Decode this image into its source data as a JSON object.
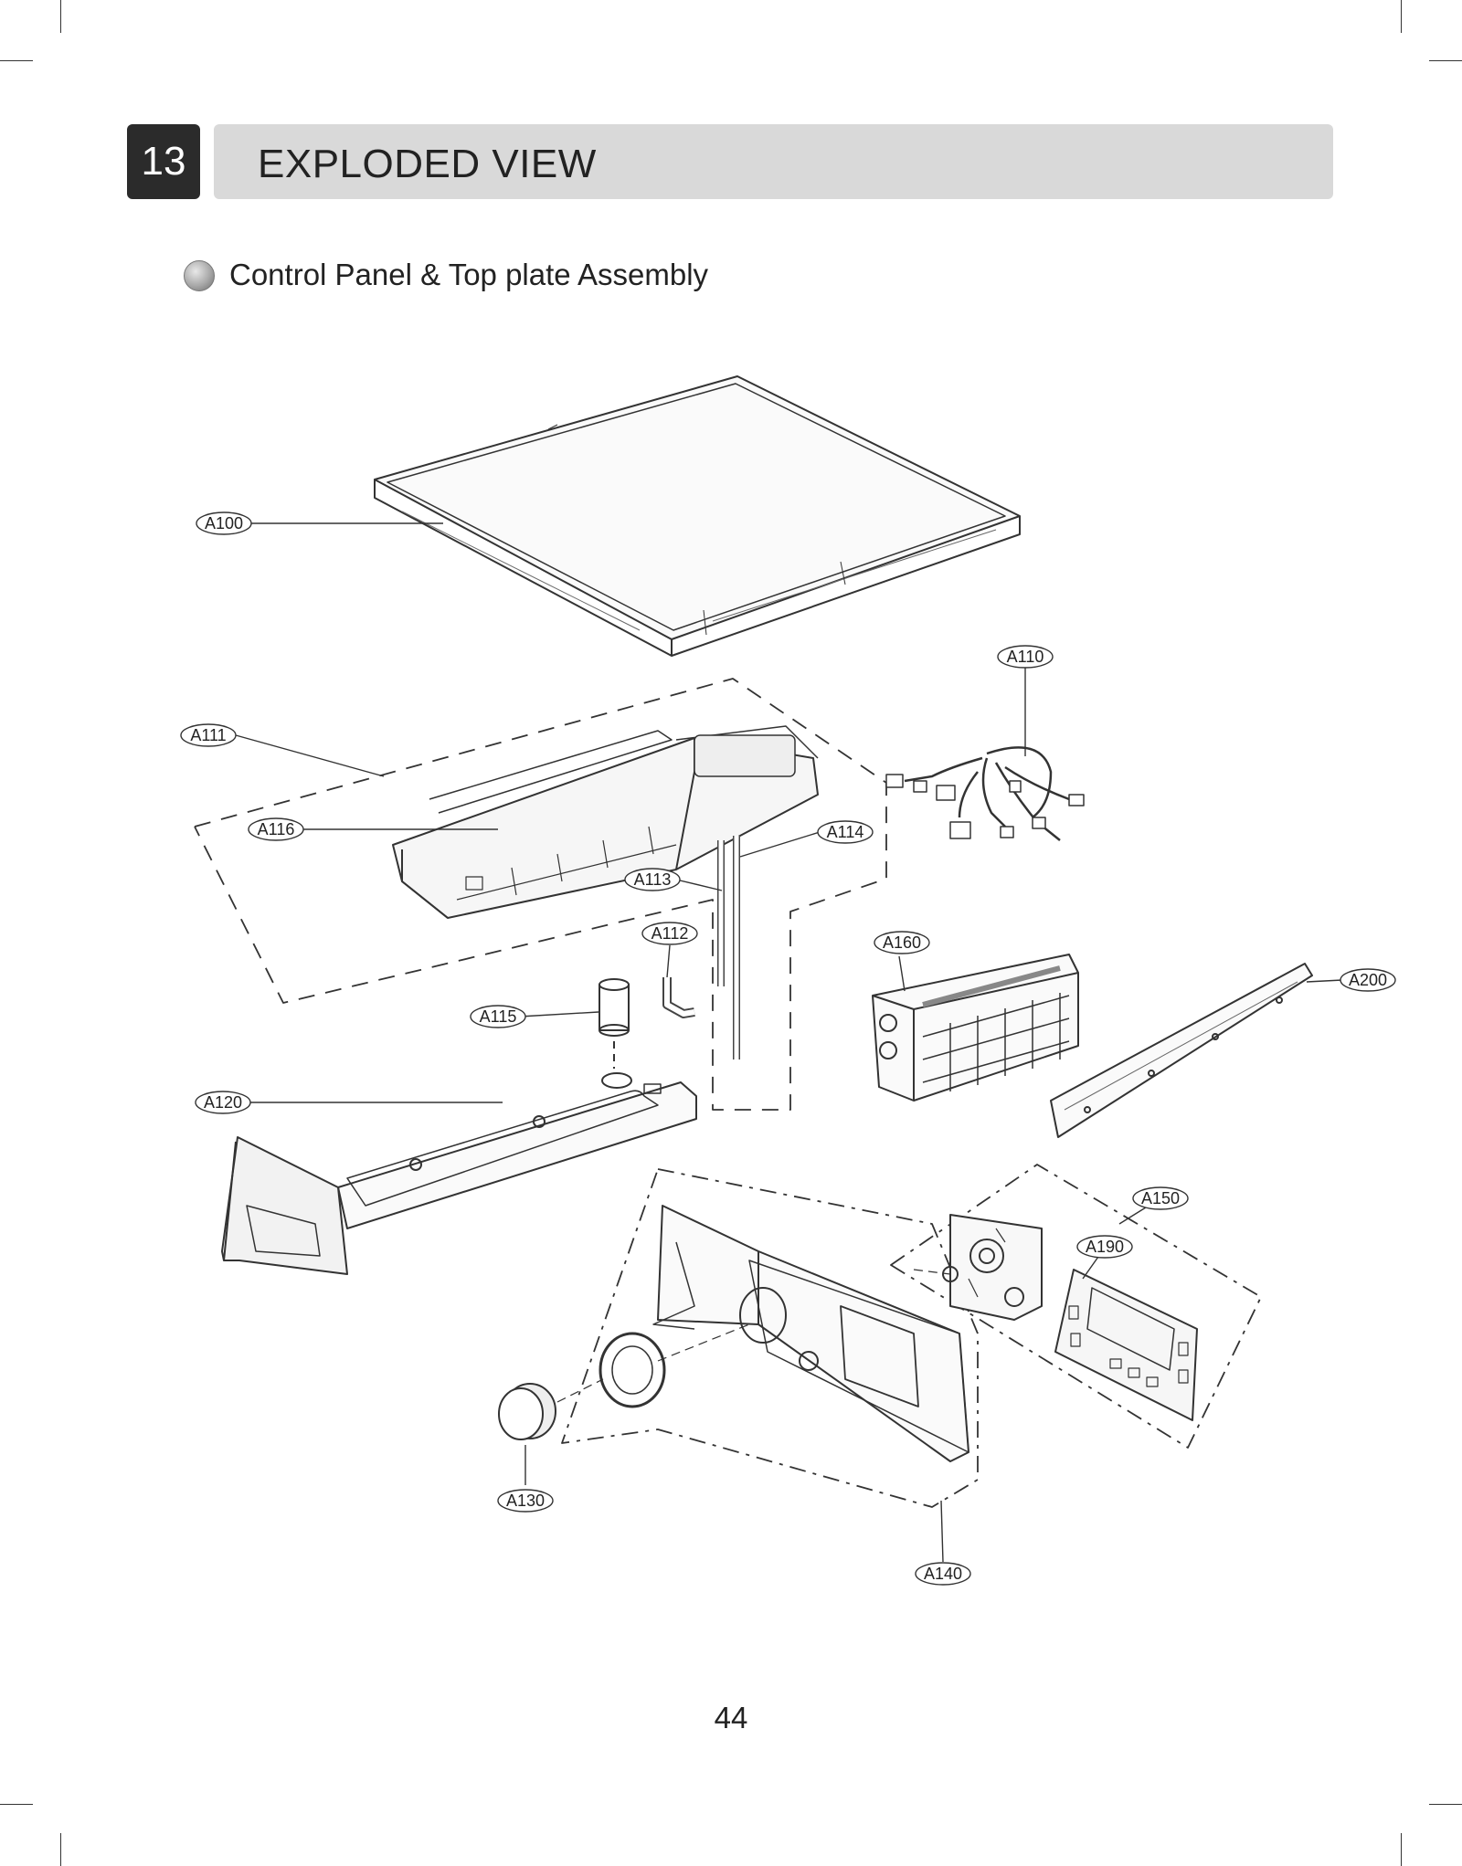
{
  "header": {
    "chapter_number": "13",
    "title": "EXPLODED VIEW"
  },
  "section": {
    "title": "Control Panel & Top plate Assembly"
  },
  "parts": {
    "A100": "A100",
    "A110": "A110",
    "A111": "A111",
    "A112": "A112",
    "A113": "A113",
    "A114": "A114",
    "A115": "A115",
    "A116": "A116",
    "A120": "A120",
    "A130": "A130",
    "A140": "A140",
    "A150": "A150",
    "A160": "A160",
    "A190": "A190",
    "A200": "A200"
  },
  "footer": {
    "page_number": "44"
  }
}
